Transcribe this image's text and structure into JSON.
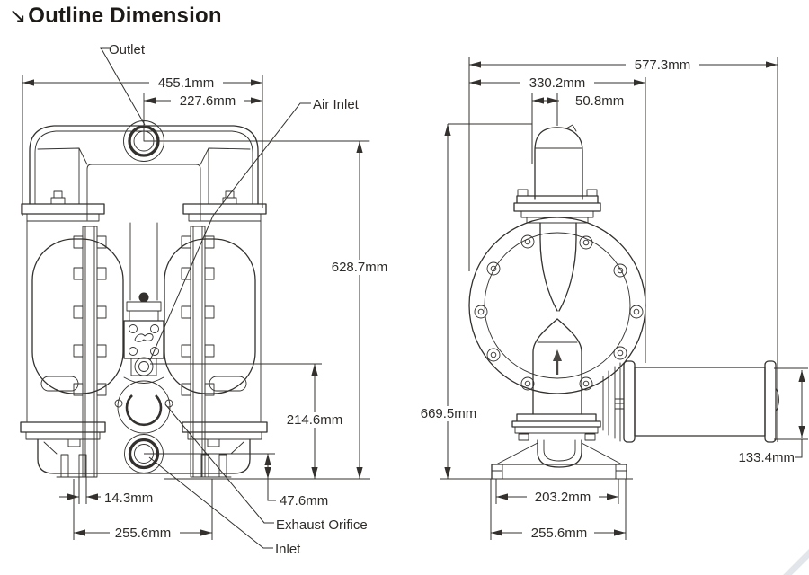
{
  "title": {
    "icon": "↘",
    "text": "Outline Dimension"
  },
  "front_view": {
    "labels": {
      "outlet": "Outlet",
      "air_inlet": "Air Inlet",
      "exhaust_orifice": "Exhaust Orifice",
      "inlet": "Inlet"
    },
    "dimensions": {
      "overall_width": "455.1mm",
      "port_to_edge": "227.6mm",
      "overall_height": "628.7mm",
      "air_inlet_height": "214.6mm",
      "inlet_height": "47.6mm",
      "foot_slot_width": "14.3mm",
      "foot_spacing": "255.6mm"
    }
  },
  "side_view": {
    "dimensions": {
      "overall_depth": "577.3mm",
      "body_depth": "330.2mm",
      "air_port_offset": "50.8mm",
      "overall_height": "669.5mm",
      "muffler_diameter": "133.4mm",
      "base_inner_width": "203.2mm",
      "base_width": "255.6mm"
    }
  },
  "colors": {
    "line": "#33302d",
    "text": "#2e2b28",
    "background": "#ffffff"
  }
}
